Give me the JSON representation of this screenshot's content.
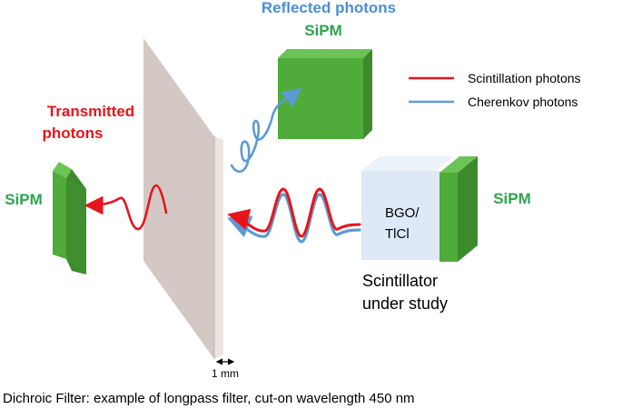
{
  "labels": {
    "reflected": "Reflected photons",
    "sipm_top": "SiPM",
    "transmitted_line1": "Transmitted",
    "transmitted_line2": "photons",
    "sipm_left": "SiPM",
    "sipm_right": "SiPM",
    "crystal_line1": "BGO/",
    "crystal_line2": "TlCl",
    "scint_line1": "Scintillator",
    "scint_line2": "under study",
    "thickness": "1 mm",
    "caption": "Dichroic Filter: example of longpass filter, cut-on wavelength 450 nm"
  },
  "legend": [
    {
      "label": "Scintillation photons",
      "color": "#e8141c"
    },
    {
      "label": "Cherenkov photons",
      "color": "#5b9bd5"
    }
  ],
  "colors": {
    "scintillation": "#e8141c",
    "cherenkov": "#5b9bd5",
    "sipm_front": "#4fac3a",
    "sipm_side": "#3d8a2d",
    "sipm_top": "#6cc456",
    "filter_face": "#d3c8c4",
    "filter_edge": "#ebe4e1",
    "crystal": "#dde9f6",
    "label_red": "#e8141c",
    "label_blue": "#4a8fd6",
    "label_green": "#2ea44f"
  }
}
